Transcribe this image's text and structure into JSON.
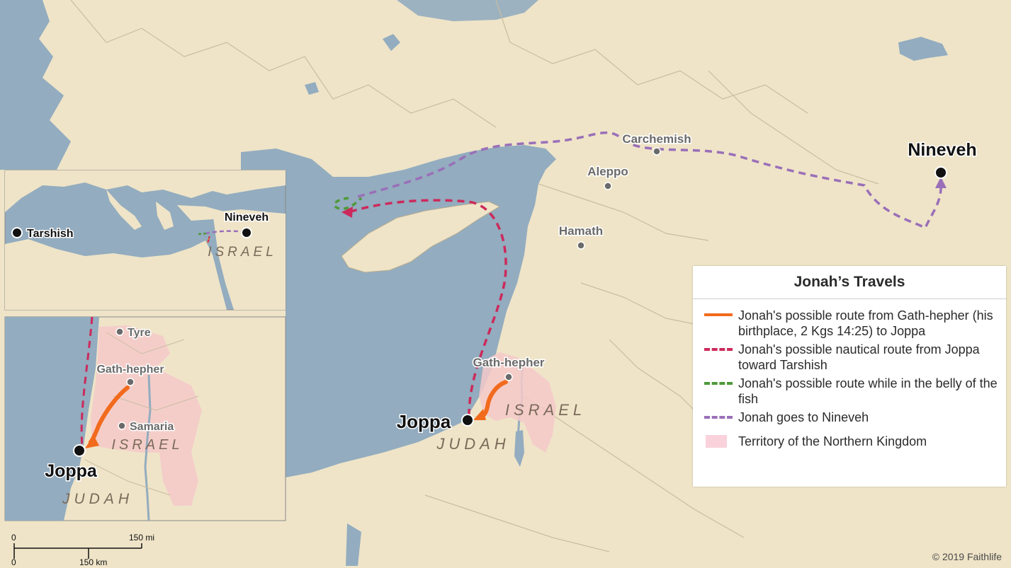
{
  "labels": {
    "nineveh": "Nineveh",
    "carchemish": "Carchemish",
    "aleppo": "Aleppo",
    "hamath": "Hamath",
    "gath_hepher": "Gath-hepher",
    "joppa": "Joppa",
    "israel": "ISRAEL",
    "judah": "JUDAH"
  },
  "inset_world": {
    "tarshish": "Tarshish",
    "nineveh": "Nineveh",
    "israel": "ISRAEL"
  },
  "inset_detail": {
    "tyre": "Tyre",
    "gath_hepher": "Gath-hepher",
    "samaria": "Samaria",
    "israel": "ISRAEL",
    "joppa": "Joppa",
    "judah": "JUDAH"
  },
  "scale_bar": {
    "zero_mi": "0",
    "mi": "150 mi",
    "zero_km": "0",
    "km": "150 km"
  },
  "copyright": "© 2019 Faithlife",
  "legend": {
    "title": "Jonah’s Travels",
    "items": [
      {
        "text": "Jonah's possible route from Gath-hepher (his birthplace, 2 Kgs 14:25) to Joppa",
        "color": "#f26b1d",
        "style": "solid"
      },
      {
        "text": "Jonah's possible nautical route from Joppa toward Tarshish",
        "color": "#cc2a5c",
        "style": "dashed"
      },
      {
        "text": "Jonah's possible route while in the belly of the fish",
        "color": "#4e9a3a",
        "style": "dashed"
      },
      {
        "text": "Jonah goes to Nineveh",
        "color": "#9a6fb8",
        "style": "dashed"
      },
      {
        "text": "Territory of the Northern Kingdom",
        "color": "#f9d2dc",
        "style": "area"
      }
    ]
  },
  "colors": {
    "land": "#efe4c8",
    "water": "#93acbf",
    "territory": "#f5c9c9",
    "route_orange": "#f26b1d",
    "route_red": "#cc2a5c",
    "route_green": "#4e9a3a",
    "route_purple": "#9a6fb8"
  }
}
